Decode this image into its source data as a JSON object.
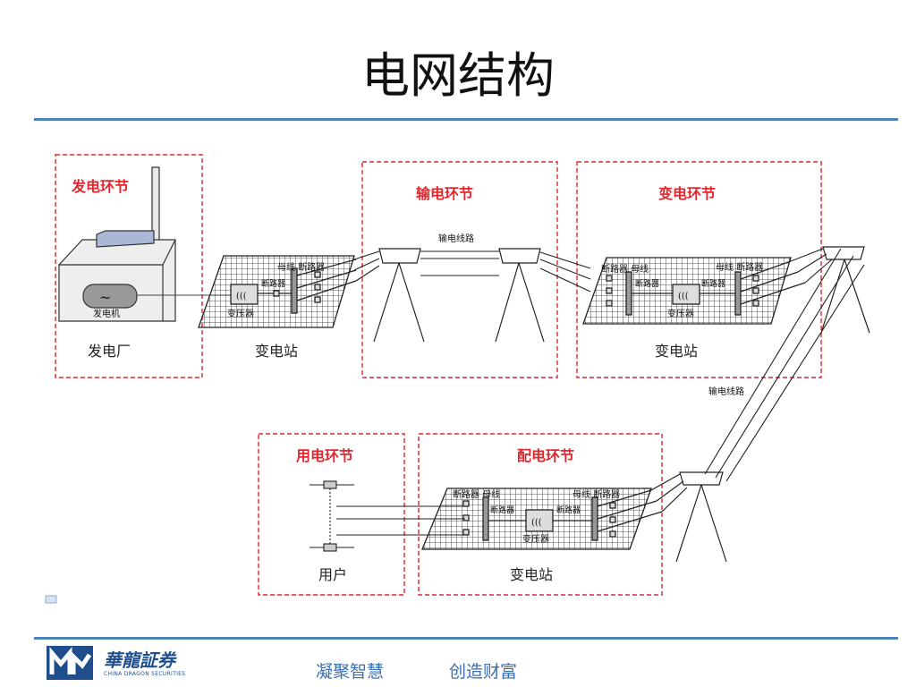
{
  "title": "电网结构",
  "sections": {
    "generation": "发电环节",
    "transmission": "输电环节",
    "transformation": "变电环节",
    "consumption": "用电环节",
    "distribution": "配电环节"
  },
  "labels": {
    "power_plant": "发电厂",
    "generator": "发电机",
    "substation": "变电站",
    "transformer": "变压器",
    "breaker": "断路器",
    "busbar": "母线",
    "busbar_breaker": "母线 断路器",
    "breaker_busbar": "断路器 母线",
    "transmission_line": "输电线路",
    "user": "用户"
  },
  "footer": {
    "logo_name": "華龍証券",
    "logo_sub": "CHINA DRAGON SECURITIES",
    "slogan_1": "凝聚智慧",
    "slogan_2": "创造财富"
  },
  "colors": {
    "accent": "#4f81bd",
    "section_title": "#e3262d",
    "dashed_box": "#e3262d"
  }
}
